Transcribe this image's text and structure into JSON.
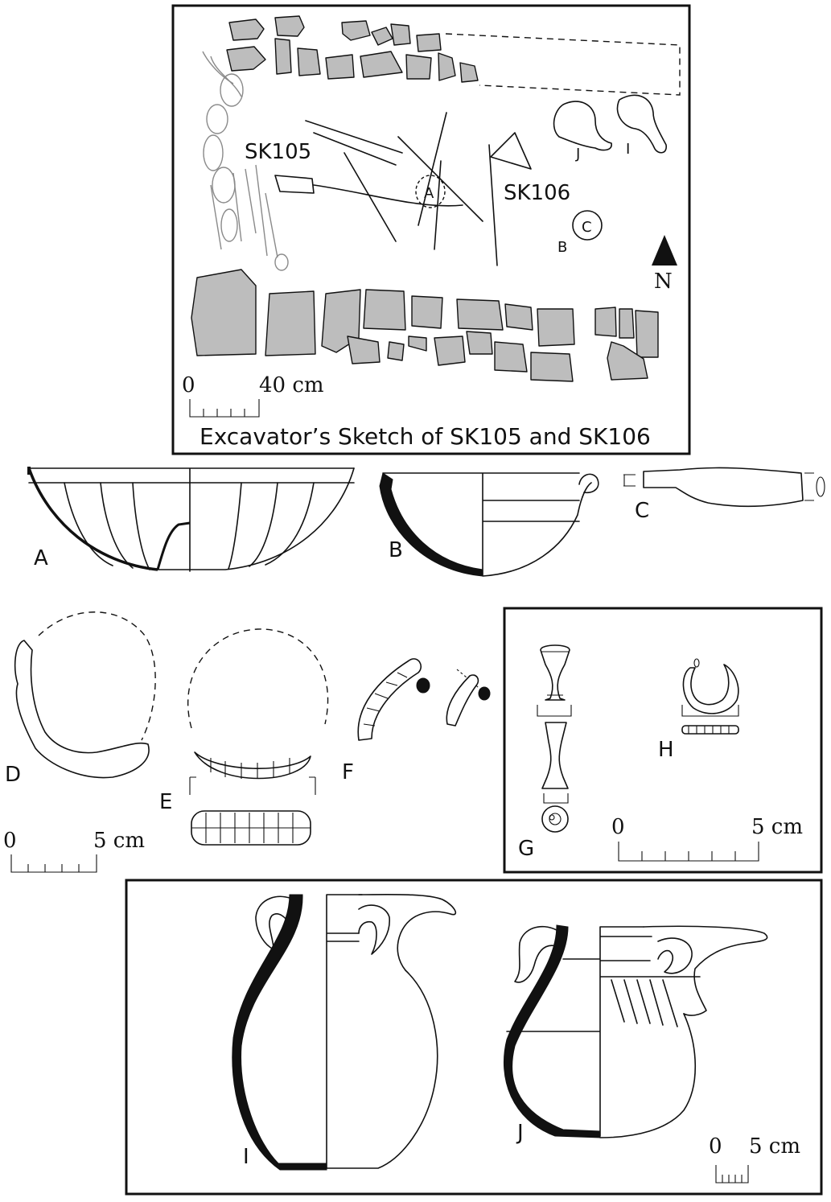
{
  "sketch": {
    "caption": "Excavator’s Sketch of  SK105 and SK106",
    "label_sk105": "SK105",
    "label_sk106": "SK106",
    "north": "N",
    "scale": {
      "start": "0",
      "end": "40 cm"
    },
    "markers": {
      "a": "A",
      "b": "B",
      "c": "C",
      "i": "I",
      "j": "J"
    }
  },
  "finds": {
    "a": "A",
    "b": "B",
    "c": "C",
    "d": "D",
    "e": "E",
    "f": "F",
    "g": "G",
    "h": "H",
    "i": "I",
    "j": "J"
  },
  "scales": {
    "beads": {
      "start": "0",
      "end": "5 cm"
    },
    "metal": {
      "start": "0",
      "end": "5 cm"
    },
    "jugs": {
      "start": "0",
      "end": "5 cm"
    }
  }
}
